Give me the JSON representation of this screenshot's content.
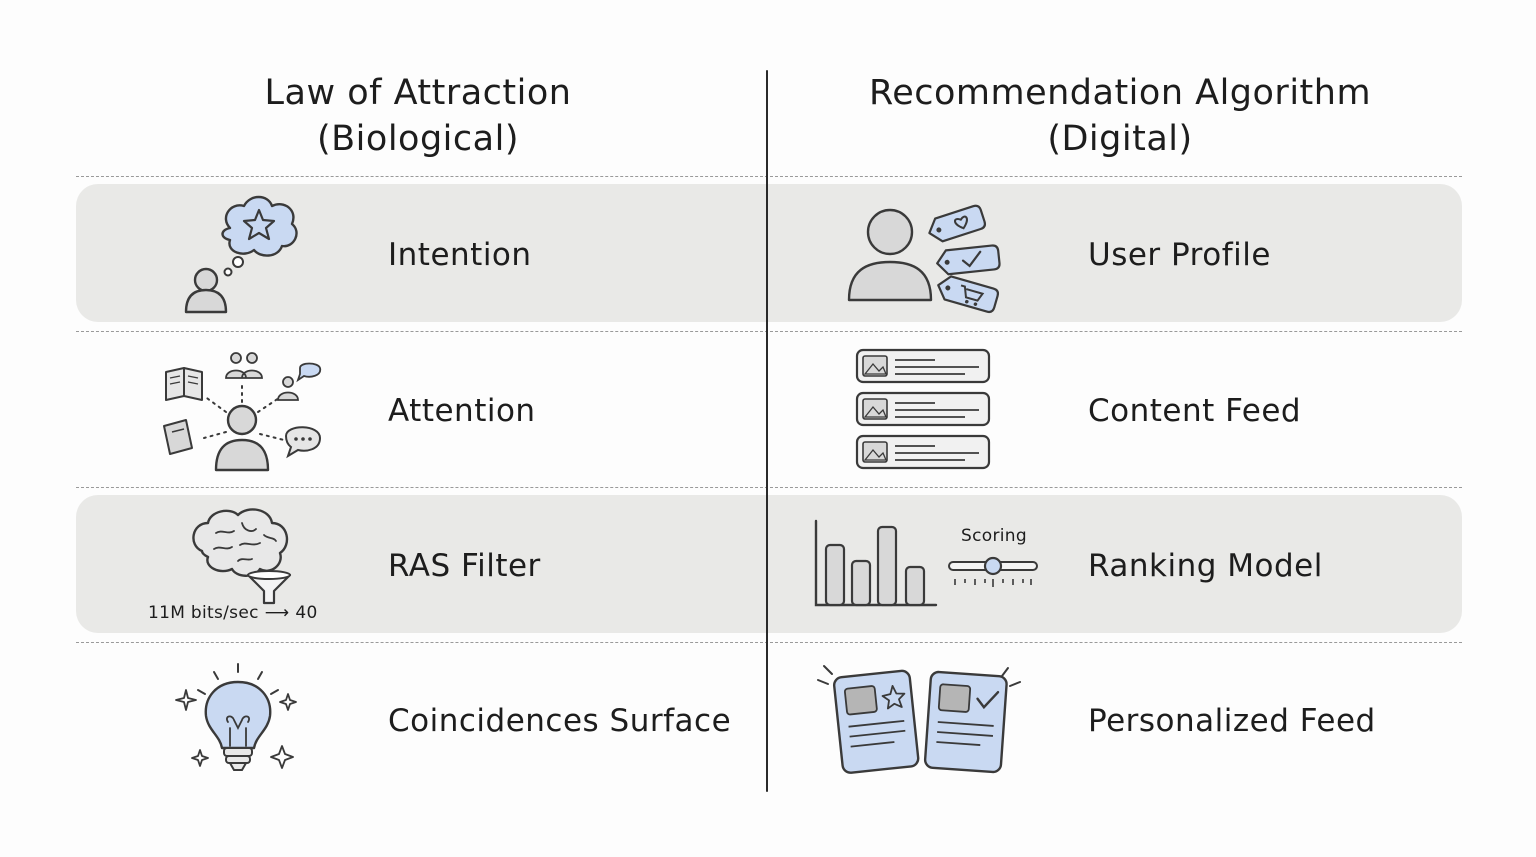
{
  "columns": {
    "left": {
      "line1": "Law of Attraction",
      "line2": "(Biological)"
    },
    "right": {
      "line1": "Recommendation Algorithm",
      "line2": "(Digital)"
    }
  },
  "rows": [
    {
      "left_label": "Intention",
      "right_label": "User Profile",
      "left_icon": "thought-bubble-star-icon",
      "right_icon": "user-profile-tags-icon"
    },
    {
      "left_label": "Attention",
      "right_label": "Content Feed",
      "left_icon": "person-attention-network-icon",
      "right_icon": "content-feed-cards-icon"
    },
    {
      "left_label": "RAS Filter",
      "right_label": "Ranking Model",
      "left_icon": "brain-funnel-icon",
      "right_icon": "bar-chart-slider-icon",
      "left_note": {
        "from": "11M bits/sec",
        "arrow": "⟶",
        "to": "40"
      },
      "right_note": "Scoring"
    },
    {
      "left_label": "Coincidences Surface",
      "right_label": "Personalized Feed",
      "left_icon": "lightbulb-sparkle-icon",
      "right_icon": "personalized-cards-icon"
    }
  ],
  "colors": {
    "accent_blue": "#c9d9f2",
    "accent_stroke": "#3a3a3a",
    "band": "#e9e9e7",
    "ink": "#1d1d1d"
  }
}
